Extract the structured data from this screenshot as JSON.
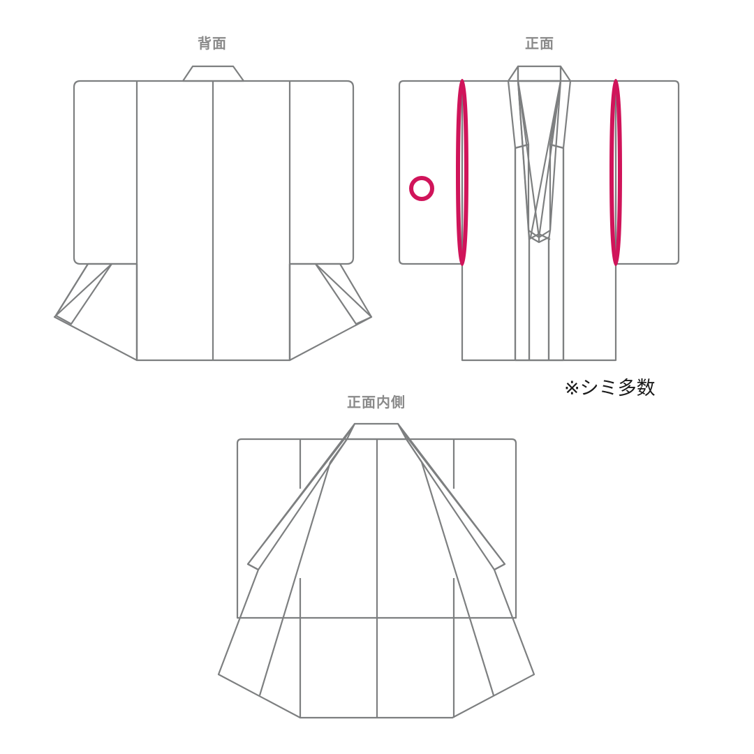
{
  "views": {
    "back": {
      "label": "背面"
    },
    "front": {
      "label": "正面"
    },
    "inside": {
      "label": "正面内側"
    }
  },
  "note": {
    "text": "※シミ多数"
  },
  "colors": {
    "outer_fabric": "#b5e2e1",
    "lining_fabric": "#d6e8ef",
    "outline": "#7d7f80",
    "stain_marker": "#d0145a",
    "label_text": "#8a8a8a"
  },
  "markers": [
    {
      "type": "circle",
      "view": "front",
      "location": "right sleeve (viewer left)",
      "meaning": "stain"
    },
    {
      "type": "ellipse",
      "view": "front",
      "location": "left sleeve seam",
      "meaning": "stain"
    },
    {
      "type": "ellipse",
      "view": "front",
      "location": "right sleeve seam",
      "meaning": "stain"
    }
  ]
}
